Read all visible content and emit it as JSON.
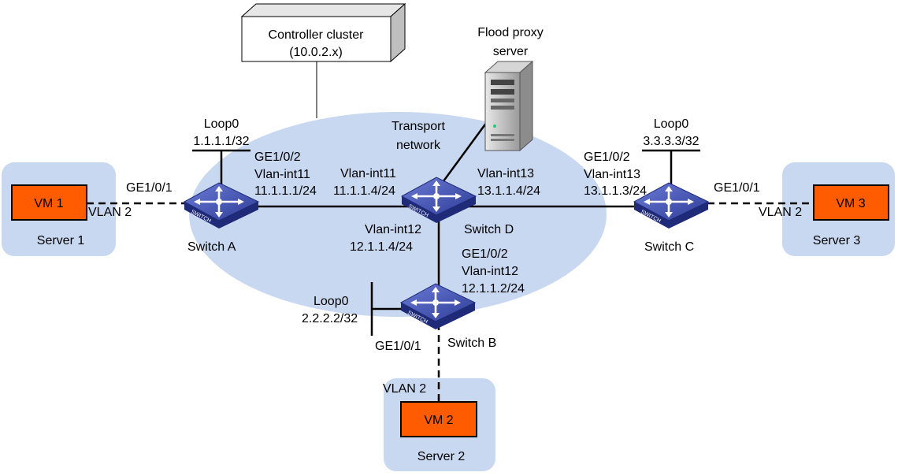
{
  "colors": {
    "server_box": "#C9D8F1",
    "transport_ellipse": "#C9D8F1",
    "vm_fill": "#FF5B00",
    "switch_fill": "#3A4AA8"
  },
  "controller": {
    "line1": "Controller cluster",
    "line2": "(10.0.2.x)"
  },
  "flood_proxy": {
    "line1": "Flood proxy",
    "line2": "server"
  },
  "transport": {
    "line1": "Transport",
    "line2": "network"
  },
  "switch_icon_text": "SWITCH",
  "switch_a": {
    "name": "Switch A",
    "loop_label": "Loop0",
    "loop_ip": "1.1.1.1/32",
    "uplink_port": "GE1/0/2",
    "uplink_vlanint": "Vlan-int11",
    "uplink_ip": "11.1.1.1/24",
    "access_port": "GE1/0/1",
    "access_vlan": "VLAN 2"
  },
  "switch_b": {
    "name": "Switch B",
    "loop_label": "Loop0",
    "loop_ip": "2.2.2.2/32",
    "uplink_port": "GE1/0/2",
    "uplink_vlanint": "Vlan-int12",
    "uplink_ip": "12.1.1.2/24",
    "access_port": "GE1/0/1",
    "access_vlan": "VLAN 2"
  },
  "switch_c": {
    "name": "Switch C",
    "loop_label": "Loop0",
    "loop_ip": "3.3.3.3/32",
    "uplink_port": "GE1/0/2",
    "uplink_vlanint": "Vlan-int13",
    "uplink_ip": "13.1.1.3/24",
    "access_port": "GE1/0/1",
    "access_vlan": "VLAN 2"
  },
  "switch_d": {
    "name": "Switch D",
    "to_a_vlanint": "Vlan-int11",
    "to_a_ip": "11.1.1.4/24",
    "to_c_vlanint": "Vlan-int13",
    "to_c_ip": "13.1.1.4/24",
    "to_b_vlanint": "Vlan-int12",
    "to_b_ip": "12.1.1.4/24"
  },
  "server1": {
    "name": "Server 1",
    "vm": "VM 1"
  },
  "server2": {
    "name": "Server 2",
    "vm": "VM 2"
  },
  "server3": {
    "name": "Server 3",
    "vm": "VM 3"
  }
}
